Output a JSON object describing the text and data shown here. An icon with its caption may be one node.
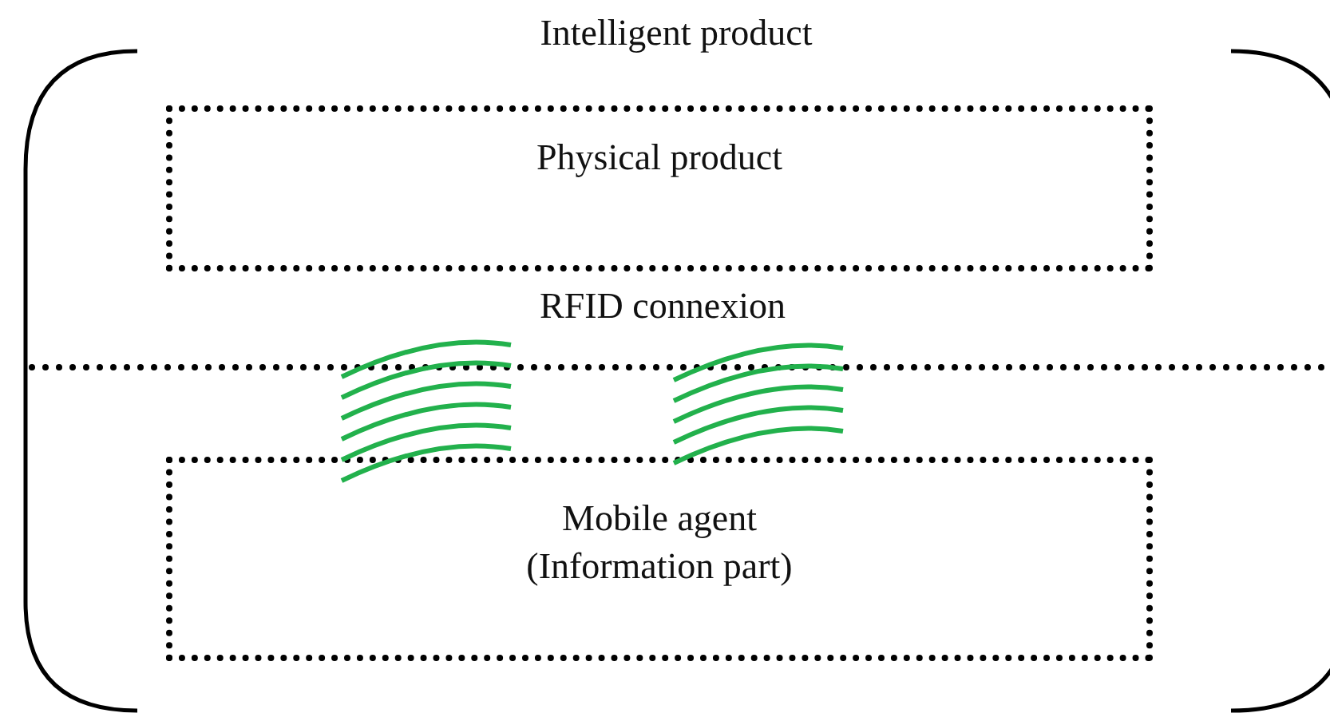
{
  "diagram": {
    "nodes": [
      {
        "text": [
          "Intelligent product"
        ]
      },
      {
        "text": [
          "Physical product"
        ],
        "in": 0
      },
      {
        "text": [
          "Mobile agent",
          "(Information part)"
        ],
        "in": 0
      }
    ],
    "labels": [
      "RFID connexion"
    ]
  }
}
